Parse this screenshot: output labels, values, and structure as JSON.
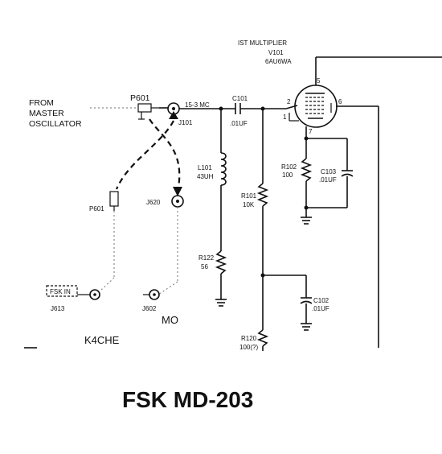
{
  "labels": {
    "from_osc": [
      "FROM",
      "MASTER",
      "OSCILLATOR"
    ],
    "p601_top": "P601",
    "p601_left": "P601",
    "j101": "J101",
    "freq": "15-3 MC",
    "c101_name": "C101",
    "c101_val": ".01UF",
    "tube_title": "IST  MULTIPLIER",
    "tube_ref": "V101",
    "tube_type": "6AU6WA",
    "pin2": "2",
    "pin1": "1",
    "pin5": "5",
    "pin6": "6",
    "pin7": "7",
    "l101_name": "L101",
    "l101_val": "43UH",
    "r101_name": "R101",
    "r101_val": "10K",
    "r102_name": "R102",
    "r102_val": "100",
    "c103_name": "C103",
    "c103_val": ".01UF",
    "j620": "J620",
    "r122_name": "R122",
    "r122_val": "56",
    "c102_name": "C102",
    "c102_val": ".01UF",
    "r120_name": "R120",
    "r120_val": "100(?)",
    "fsk_box": "FSK IN",
    "j613": "J613",
    "j602": "J602",
    "mo": "MO",
    "callsign": "K4CHE",
    "title": "FSK MD-203"
  }
}
